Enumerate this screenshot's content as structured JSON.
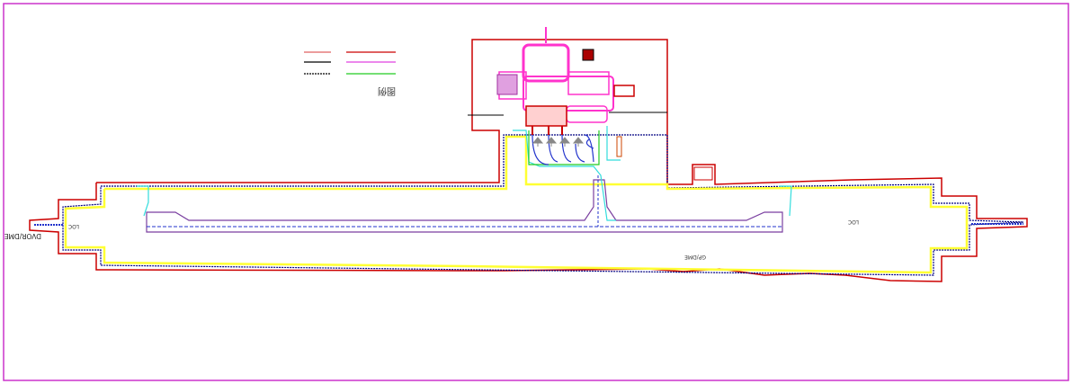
{
  "drawing": {
    "orientation": "rotated-180",
    "legend_title": "图例",
    "legend_colors": [
      "#cc0000",
      "#e040e0",
      "#22cc22",
      "#e06060",
      "#000000",
      "#000000"
    ],
    "labels": {
      "loc_left": "LOC",
      "loc_right": "LOC",
      "dvor_dme": "DVOR/DME",
      "gp_dme": "GP/DME"
    },
    "colors": {
      "frame": "#cc33cc",
      "boundary": "#cc0000",
      "patrol_road": "#ffff33",
      "fence": "#000080",
      "taxiway": "#7a3fa0",
      "runway_centerline": "#2233cc",
      "apron": "#2233cc",
      "terminal": "#ff33cc",
      "service_road": "#22cc22",
      "drainage": "#33dddd"
    }
  }
}
